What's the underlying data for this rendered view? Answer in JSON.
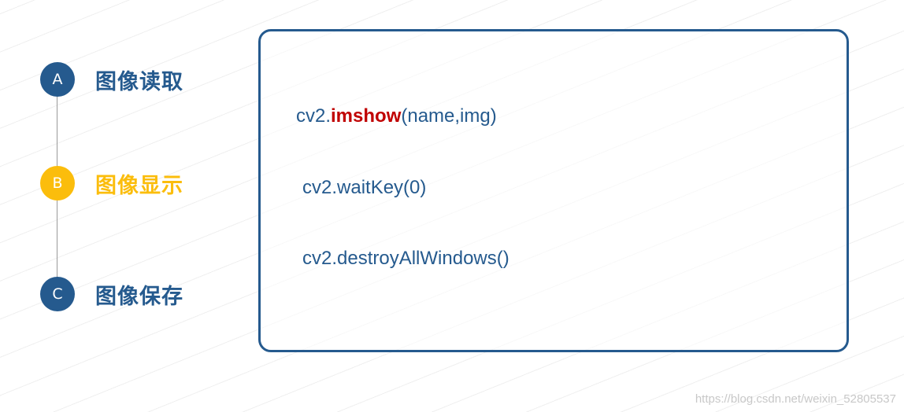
{
  "steps": [
    {
      "letter": "A",
      "label": "图像读取",
      "active": false
    },
    {
      "letter": "B",
      "label": "图像显示",
      "active": true
    },
    {
      "letter": "C",
      "label": "图像保存",
      "active": false
    }
  ],
  "code": {
    "line1": {
      "prefix": "cv2.",
      "highlight": "imshow",
      "suffix": "(name,img)"
    },
    "line2": "cv2.waitKey(0)",
    "line3": "cv2.destroyAllWindows()"
  },
  "watermark": "https://blog.csdn.net/weixin_52805537",
  "colors": {
    "primary": "#255a8e",
    "active": "#fbbd0c",
    "highlight": "#c00000"
  }
}
